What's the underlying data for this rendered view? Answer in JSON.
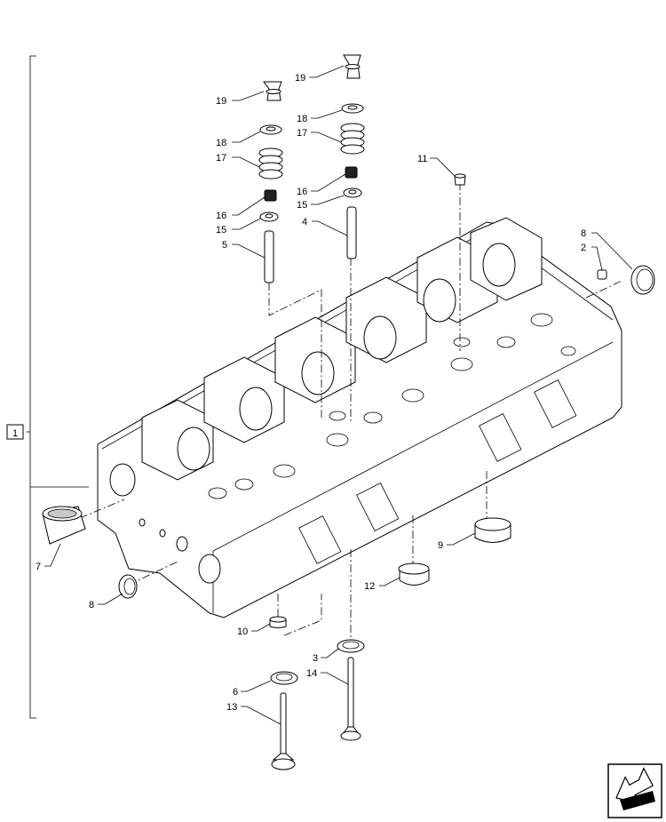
{
  "group_label": "1",
  "callouts": {
    "c19a": "19",
    "c19b": "19",
    "c18a": "18",
    "c18b": "18",
    "c17a": "17",
    "c17b": "17",
    "c16a": "16",
    "c16b": "16",
    "c15a": "15",
    "c15b": "15",
    "c5": "5",
    "c4": "4",
    "c11": "11",
    "c8a": "8",
    "c2": "2",
    "c7": "7",
    "c8b": "8",
    "c9": "9",
    "c12": "12",
    "c10": "10",
    "c3": "3",
    "c14": "14",
    "c6": "6",
    "c13": "13"
  },
  "nav_icon": "next-page-arrow-icon"
}
